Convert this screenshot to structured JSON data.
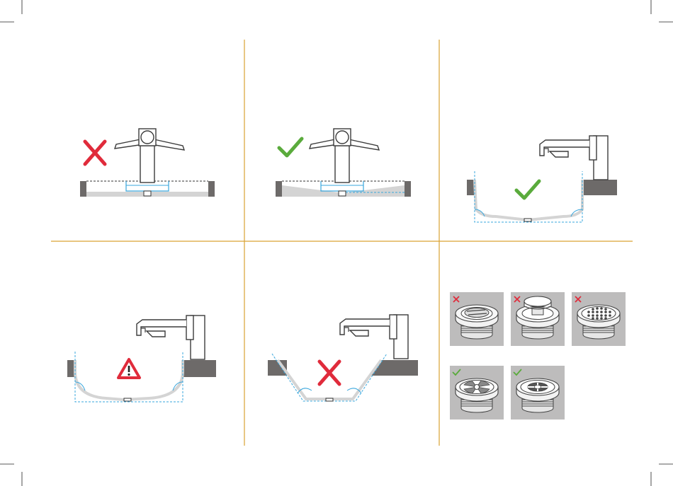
{
  "colors": {
    "divider": "#d9a233",
    "ok": "#5aab3c",
    "bad": "#e02b3b",
    "counter": "#6d6a69",
    "basin_fill": "#d4d4d4",
    "water": "#3aa7dd",
    "tap_stroke": "#3b3b3b",
    "drain_tile": "#bdbcbc",
    "crop_mark": "#222222"
  },
  "panels": [
    {
      "id": "flat-basin-wing-tap",
      "verdict": "incorrect",
      "icon": "cross-icon"
    },
    {
      "id": "sloped-basin-wing-tap",
      "verdict": "correct",
      "icon": "check-icon"
    },
    {
      "id": "shallow-basin-wall-tap",
      "verdict": "correct",
      "icon": "check-icon"
    },
    {
      "id": "deep-bowl-wall-tap",
      "verdict": "caution",
      "icon": "warning-icon"
    },
    {
      "id": "angled-basin-wall-tap",
      "verdict": "incorrect",
      "icon": "cross-icon"
    },
    {
      "id": "drain-types",
      "verdict": "mixed",
      "icon": "drain-grid"
    }
  ],
  "drains": [
    {
      "id": "slotted-cap-drain",
      "verdict": "incorrect",
      "icon": "cross-icon"
    },
    {
      "id": "pop-up-plug-drain",
      "verdict": "incorrect",
      "icon": "cross-icon"
    },
    {
      "id": "perforated-grid-drain",
      "verdict": "incorrect",
      "icon": "cross-icon"
    },
    {
      "id": "open-spoke-drain",
      "verdict": "correct",
      "icon": "check-icon"
    },
    {
      "id": "open-cross-grate-drain",
      "verdict": "correct",
      "icon": "check-icon"
    }
  ]
}
